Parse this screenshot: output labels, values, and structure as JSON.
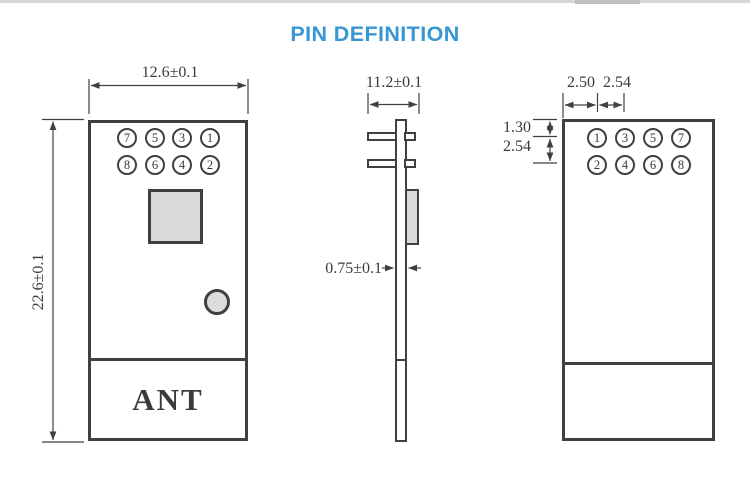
{
  "page": {
    "title": "PIN DEFINITION",
    "accent_color": "#3697d3",
    "line_color": "#404040",
    "component_fill": "#d9d9d9"
  },
  "views": {
    "front": {
      "width_dim": "12.6±0.1",
      "height_dim": "22.6±0.1",
      "pins_top": [
        "7",
        "5",
        "3",
        "1"
      ],
      "pins_bottom": [
        "8",
        "6",
        "4",
        "2"
      ],
      "antenna_label": "ANT"
    },
    "side": {
      "depth_dim": "11.2±0.1",
      "thickness_dim": "0.75±0.1"
    },
    "back": {
      "edge_margin_dim": "2.50",
      "col_pitch_dim": "2.54",
      "top_margin_dim": "1.30",
      "row_pitch_dim": "2.54",
      "pins_top": [
        "1",
        "3",
        "5",
        "7"
      ],
      "pins_bottom": [
        "2",
        "4",
        "6",
        "8"
      ]
    }
  }
}
